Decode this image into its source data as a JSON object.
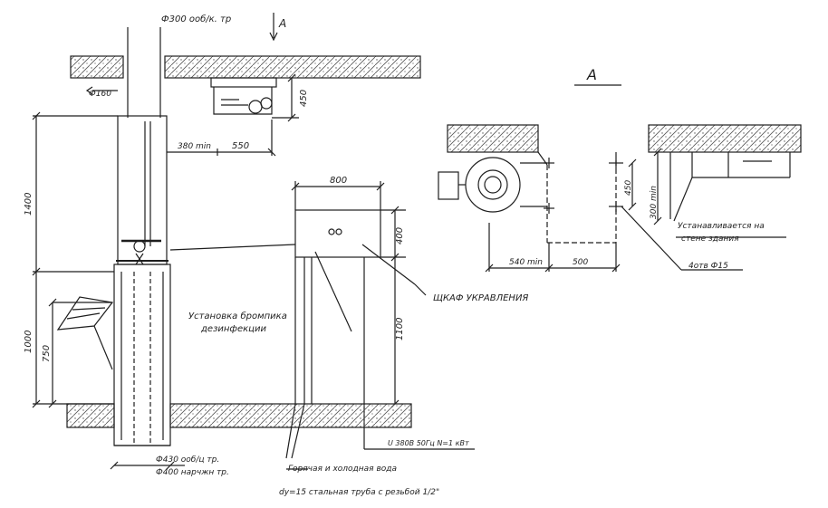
{
  "drawing": {
    "ink_color": "#1e1e1e",
    "hatch_color": "#555555",
    "section_marker": "А",
    "main_view": {
      "pipe_top_label": "Ф300 ооб/к. тр",
      "pipe_small_label": "Ф160",
      "section_arrow_label": "А",
      "dim_1400": "1400",
      "dim_1000": "1000",
      "dim_750": "750",
      "dim_450": "450",
      "dim_380": "380 min",
      "dim_550": "550",
      "dim_800": "800",
      "dim_400": "400",
      "dim_1100": "1100",
      "label_disinfection_line1": "Установка бромпика",
      "label_disinfection_line2": "дезинфекции",
      "label_control_cabinet": "ЩКАФ УКРАВЛЕНИЯ",
      "label_power": "U 380В 50Гц  N=1 кВт",
      "label_pipe_bottom_1": "Ф430 ооб/ц тр.",
      "label_pipe_bottom_2": "Ф400 нарчжн тр.",
      "label_water": "Горячая и холодная  вода",
      "label_pipe_spec": "dy=15 стальная труба с резьбой 1/2\""
    },
    "detail_view": {
      "dim_450": "450",
      "dim_300": "300 min",
      "dim_540": "540 min",
      "dim_500": "500",
      "label_install_line1": "Устанавливается на",
      "label_install_line2": "стене здания",
      "label_holes": "4отв Ф15"
    }
  }
}
